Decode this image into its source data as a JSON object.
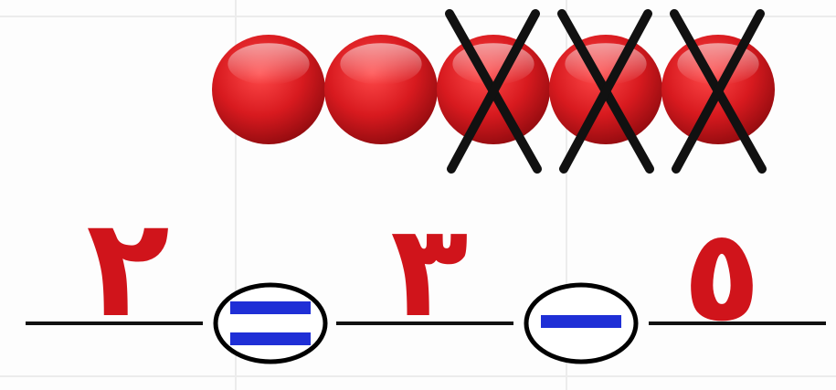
{
  "equation": {
    "result": "٢",
    "equals_symbol": "=",
    "subtrahend": "٣",
    "minus_symbol": "−",
    "minuend": "٥"
  },
  "counters": {
    "total": 5,
    "crossed_out": 3,
    "ball_color": "#d81a1f",
    "cross_color": "#111111"
  },
  "colors": {
    "numeral": "#d0141b",
    "operator": "#1f2fd6",
    "line": "#111111"
  }
}
